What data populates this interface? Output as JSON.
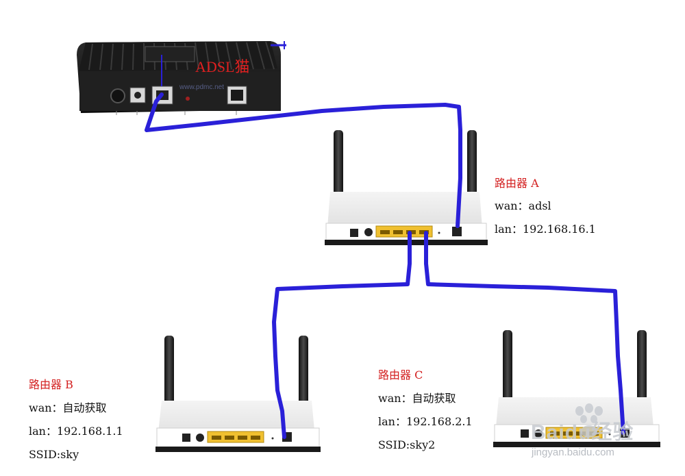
{
  "modem": {
    "label": "ADSL猫",
    "url_watermark": "www.pdmc.net"
  },
  "router_a": {
    "name": "路由器 A",
    "wan": "wan：adsl",
    "lan": "lan：192.168.16.1"
  },
  "router_b": {
    "name": "路由器 B",
    "wan": "wan：自动获取",
    "lan": "lan：192.168.1.1",
    "ssid": "SSID:sky"
  },
  "router_c": {
    "name": "路由器 C",
    "wan": "wan：自动获取",
    "lan": "lan：192.168.2.1",
    "ssid": "SSID:sky2"
  },
  "watermark": {
    "logo": "Baidu经验",
    "url": "jingyan.baidu.com"
  },
  "colors": {
    "cable": "#2a20d8",
    "label_red": "#d32020",
    "router_body": "#ffffff",
    "router_panel": "#1a1a1a",
    "lan_ports": "#f0c030",
    "modem_body": "#1c1c1c"
  }
}
